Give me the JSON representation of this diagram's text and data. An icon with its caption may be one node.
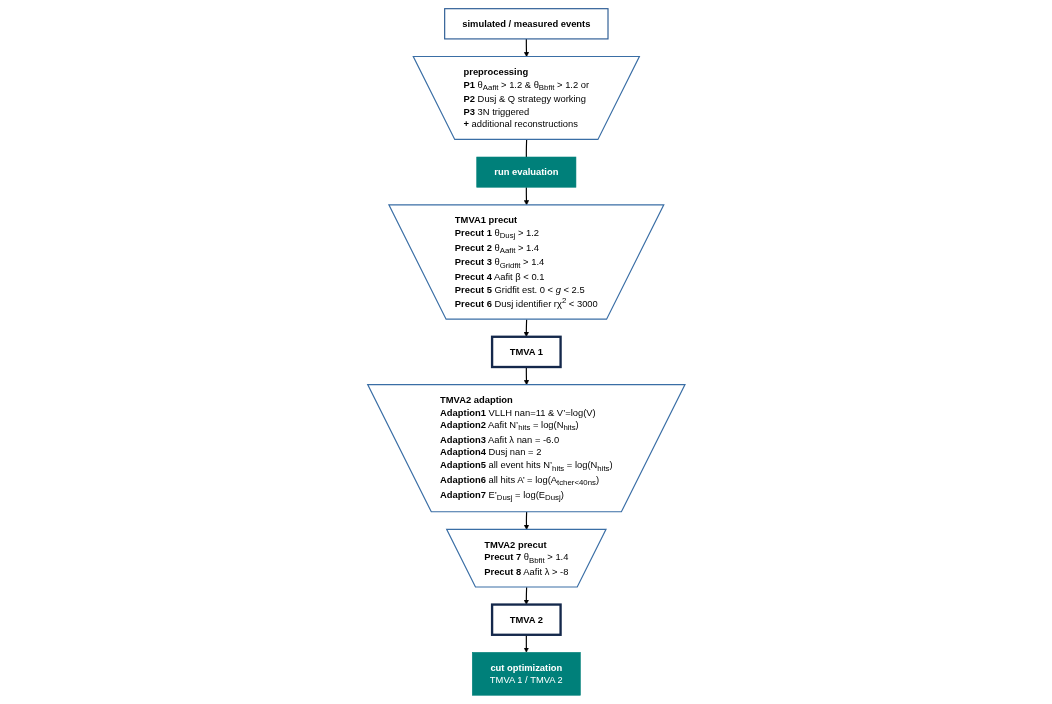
{
  "diagram": {
    "nodes": [
      {
        "text": [
          "simulated / measured events"
        ]
      },
      {
        "text": [
          "preprocessing",
          "**P1** θ$_{Aafit}$ > 1.2 & θ$_{Bbfit}$ > 1.2 or",
          "**P2** Dusj & Q strategy working",
          "**P3** 3N triggered",
          "**+** additional reconstructions"
        ]
      },
      {
        "text": [
          "run evaluation"
        ]
      },
      {
        "text": [
          "TMVA1 precut",
          "**Precut 1** θ$_{Dusj}$ > 1.2",
          "**Precut 2** θ$_{Aafit}$ > 1.4",
          "**Precut 3** θ$_{Gridfit}$ > 1.4",
          "**Precut 4** Aafit β < 0.1",
          "**Precut 5** Gridfit est. 0 < *g* < 2.5",
          "**Precut 6** Dusj identifier rχ$^{2}$ < 3000"
        ]
      },
      {
        "text": [
          "TMVA 1"
        ]
      },
      {
        "text": [
          "TMVA2 adaption",
          "**Adaption1** VLLH nan=11 & V’=log(V)",
          "**Adaption2** Aafit N’$_{hits}$ = log(N$_{hits}$)",
          "**Adaption3** Aafit λ nan = -6.0",
          "**Adaption4** Dusj nan = 2",
          "**Adaption5** all event hits N’$_{hits}$ = log(N$_{hits}$)",
          "**Adaption6** all hits A’ = log(A$_{tcher<40ns}$)",
          "**Adaption7** E’$_{Dusj}$ = log(E$_{Dusj}$)"
        ]
      },
      {
        "text": [
          "TMVA2 precut",
          "**Precut 7** θ$_{Bbfit}$ > 1.4",
          "**Precut 8** Aafit λ > -8"
        ]
      },
      {
        "text": [
          "TMVA 2"
        ]
      },
      {
        "text": [
          "cut optimization",
          "TMVA 1 / TMVA 2"
        ]
      }
    ],
    "edges": [
      {
        "from": 0,
        "to": 1,
        "arrow": "to"
      },
      {
        "from": 1,
        "to": 2,
        "arrow": "none"
      },
      {
        "from": 2,
        "to": 3,
        "arrow": "to"
      },
      {
        "from": 3,
        "to": 4,
        "arrow": "to"
      },
      {
        "from": 4,
        "to": 5,
        "arrow": "to"
      },
      {
        "from": 5,
        "to": 6,
        "arrow": "to"
      },
      {
        "from": 6,
        "to": 7,
        "arrow": "to"
      },
      {
        "from": 7,
        "to": 8,
        "arrow": "to"
      }
    ]
  }
}
